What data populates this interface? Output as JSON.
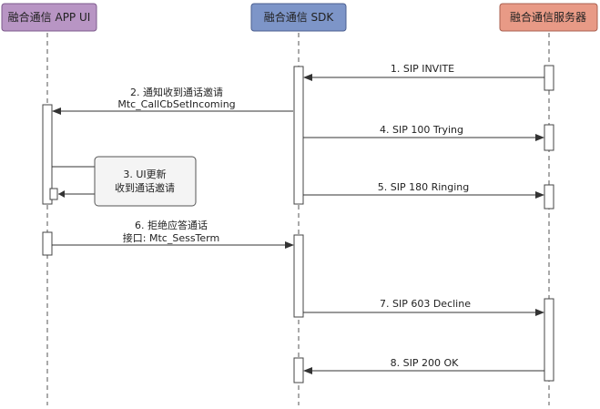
{
  "participants": [
    {
      "label": "融合通信 APP UI",
      "fill": "#b895c4",
      "stroke": "#7d5a8c"
    },
    {
      "label": "融合通信 SDK",
      "fill": "#7d95c8",
      "stroke": "#4b5f8f"
    },
    {
      "label": "融合通信服务器",
      "fill": "#e89a86",
      "stroke": "#a86050"
    }
  ],
  "messages": [
    {
      "line1": "1. SIP INVITE",
      "line2": ""
    },
    {
      "line1": "2. 通知收到通话邀请",
      "line2": "Mtc_CallCbSetIncoming"
    },
    {
      "line1": "4. SIP 100 Trying",
      "line2": ""
    },
    {
      "line1": "5. SIP 180 Ringing",
      "line2": ""
    },
    {
      "line1": "6. 拒绝应答通话",
      "line2": "接口: Mtc_SessTerm"
    },
    {
      "line1": "7. SIP 603 Decline",
      "line2": ""
    },
    {
      "line1": "8. SIP 200 OK",
      "line2": ""
    }
  ],
  "note": {
    "line1": "3. UI更新",
    "line2": "收到通话邀请"
  }
}
